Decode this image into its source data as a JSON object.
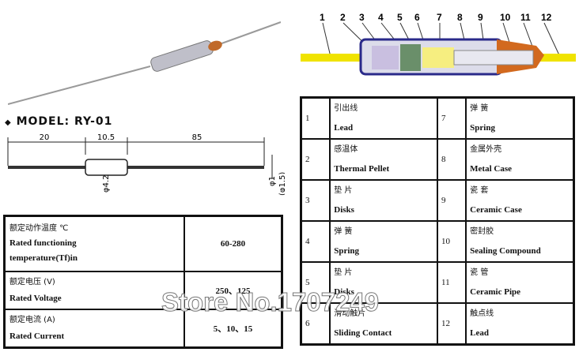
{
  "model_label": "MODEL: RY-01",
  "dimensions": {
    "lead_left": "20",
    "body": "10.5",
    "lead_right": "85",
    "body_dia": "φ4.2",
    "lead_dia": "φ1",
    "lead_dia_alt": "(φ1.5)"
  },
  "part_numbers": [
    "1",
    "2",
    "3",
    "4",
    "5",
    "6",
    "7",
    "8",
    "9",
    "10",
    "11",
    "12"
  ],
  "specs": [
    {
      "zh": "额定动作温度 ℃",
      "en1": "Rated functioning",
      "en2": "temperature(Tf)in",
      "value": "60-280"
    },
    {
      "zh": "额定电压  (V)",
      "en1": "Rated Voltage",
      "value": "250、125"
    },
    {
      "zh": "额定电流  (A)",
      "en1": "Rated Current",
      "value": "5、10、15"
    }
  ],
  "parts": [
    {
      "no": "1",
      "zh": "引出线",
      "en": "Lead"
    },
    {
      "no": "7",
      "zh": "弹 簧",
      "en": "Spring"
    },
    {
      "no": "2",
      "zh": "感温体",
      "en": "Thermal Pellet"
    },
    {
      "no": "8",
      "zh": "金属外壳",
      "en": "Metal Case"
    },
    {
      "no": "3",
      "zh": "垫 片",
      "en": "Disks"
    },
    {
      "no": "9",
      "zh": "瓷 套",
      "en": "Ceramic Case"
    },
    {
      "no": "4",
      "zh": "弹 簧",
      "en": "Spring"
    },
    {
      "no": "10",
      "zh": "密封胶",
      "en": "Sealing Compound"
    },
    {
      "no": "5",
      "zh": "垫 片",
      "en": "Disks"
    },
    {
      "no": "11",
      "zh": "瓷 管",
      "en": "Ceramic Pipe"
    },
    {
      "no": "6",
      "zh": "滑动触片",
      "en": "Sliding Contact"
    },
    {
      "no": "12",
      "zh": "触点线",
      "en": "Lead"
    }
  ],
  "watermark": "Store No.1707249",
  "colors": {
    "lead": "#f2e600",
    "case": "#c8c8d8",
    "seal": "#d2691e"
  }
}
